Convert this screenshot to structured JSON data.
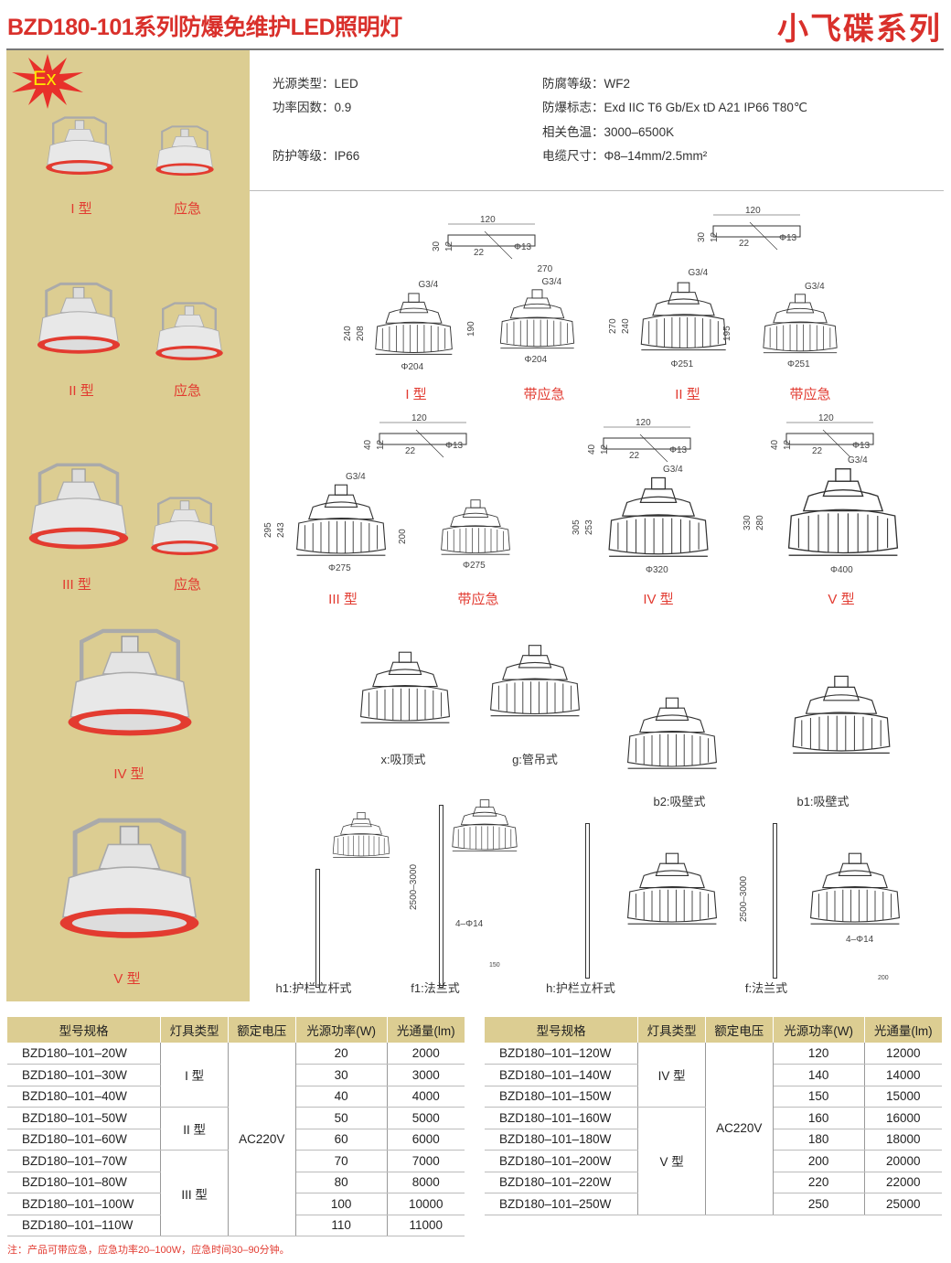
{
  "header": {
    "title": "BZD180-101系列防爆免维护LED照明灯",
    "series": "小飞碟系列"
  },
  "ex_badge": "Ex",
  "specs": [
    {
      "label": "光源类型：",
      "value": "LED"
    },
    {
      "label": "功率因数：",
      "value": "0.9"
    },
    {
      "label": "防护等级：",
      "value": "IP66"
    },
    {
      "label": "防腐等级：",
      "value": "WF2"
    },
    {
      "label": "防爆标志：",
      "value": "Exd IIC T6 Gb/Ex tD A21 IP66 T80℃"
    },
    {
      "label": "相关色温：",
      "value": "3000–6500K"
    },
    {
      "label": "电缆尺寸：",
      "value": "Φ8–14mm/2.5mm²"
    }
  ],
  "photos": [
    {
      "label": "I 型"
    },
    {
      "label": "应急"
    },
    {
      "label": "II 型"
    },
    {
      "label": "应急"
    },
    {
      "label": "III 型"
    },
    {
      "label": "应急"
    },
    {
      "label": "IV 型"
    },
    {
      "label": "V 型"
    }
  ],
  "drawings": [
    {
      "label": "I 型",
      "dia": "Φ204",
      "h1": "240",
      "h2": "208",
      "thread": "G3/4"
    },
    {
      "label": "带应急",
      "dia": "Φ204",
      "h1": "190",
      "top": "270",
      "thread": "G3/4"
    },
    {
      "label": "II 型",
      "dia": "Φ251",
      "h1": "270",
      "h2": "240",
      "thread": "G3/4"
    },
    {
      "label": "带应急",
      "dia": "Φ251",
      "h1": "195",
      "thread": "G3/4"
    },
    {
      "label": "III 型",
      "dia": "Φ275",
      "h1": "295",
      "h2": "243",
      "thread": "G3/4"
    },
    {
      "label": "带应急",
      "dia": "Φ275",
      "h1": "200"
    },
    {
      "label": "IV 型",
      "dia": "Φ320",
      "h1": "305",
      "h2": "253",
      "thread": "G3/4"
    },
    {
      "label": "V 型",
      "dia": "Φ400",
      "h1": "330",
      "h2": "280",
      "thread": "G3/4"
    }
  ],
  "brackets": [
    {
      "len": "120",
      "h": "30",
      "b": "12",
      "w": "22",
      "hole": "Φ13"
    },
    {
      "len": "120",
      "h": "30",
      "b": "12",
      "w": "22",
      "hole": "Φ13"
    },
    {
      "len": "120",
      "h": "40",
      "b": "12",
      "w": "22",
      "hole": "Φ13"
    },
    {
      "len": "120",
      "h": "40",
      "b": "12",
      "w": "22",
      "hole": "Φ13"
    },
    {
      "len": "120",
      "h": "40",
      "b": "12",
      "w": "22",
      "hole": "Φ13"
    }
  ],
  "mounts": [
    {
      "label": "x:吸顶式"
    },
    {
      "label": "g:管吊式"
    },
    {
      "label": "b2:吸壁式"
    },
    {
      "label": "b1:吸壁式"
    },
    {
      "label": "h1:护栏立杆式"
    },
    {
      "label": "f1:法兰式"
    },
    {
      "label": "h:护栏立杆式"
    },
    {
      "label": "f:法兰式"
    }
  ],
  "pole_dims": {
    "height": "2500–3000",
    "holes": "4–Φ14",
    "flange_a": "150",
    "flange_b": "200"
  },
  "table": {
    "headers": [
      "型号规格",
      "灯具类型",
      "额定电压",
      "光源功率(W)",
      "光通量(lm)"
    ],
    "left": {
      "voltage": "AC220V",
      "groups": [
        {
          "type": "I 型",
          "rows": 3
        },
        {
          "type": "II 型",
          "rows": 2
        },
        {
          "type": "III 型",
          "rows": 4
        }
      ],
      "rows": [
        [
          "BZD180–101–20W",
          "20",
          "2000"
        ],
        [
          "BZD180–101–30W",
          "30",
          "3000"
        ],
        [
          "BZD180–101–40W",
          "40",
          "4000"
        ],
        [
          "BZD180–101–50W",
          "50",
          "5000"
        ],
        [
          "BZD180–101–60W",
          "60",
          "6000"
        ],
        [
          "BZD180–101–70W",
          "70",
          "7000"
        ],
        [
          "BZD180–101–80W",
          "80",
          "8000"
        ],
        [
          "BZD180–101–100W",
          "100",
          "10000"
        ],
        [
          "BZD180–101–110W",
          "110",
          "11000"
        ]
      ]
    },
    "right": {
      "voltage": "AC220V",
      "groups": [
        {
          "type": "IV 型",
          "rows": 3
        },
        {
          "type": "V 型",
          "rows": 5
        }
      ],
      "rows": [
        [
          "BZD180–101–120W",
          "120",
          "12000"
        ],
        [
          "BZD180–101–140W",
          "140",
          "14000"
        ],
        [
          "BZD180–101–150W",
          "150",
          "15000"
        ],
        [
          "BZD180–101–160W",
          "160",
          "16000"
        ],
        [
          "BZD180–101–180W",
          "180",
          "18000"
        ],
        [
          "BZD180–101–200W",
          "200",
          "20000"
        ],
        [
          "BZD180–101–220W",
          "220",
          "22000"
        ],
        [
          "BZD180–101–250W",
          "250",
          "25000"
        ]
      ]
    }
  },
  "note": "注：产品可带应急，应急功率20–100W，应急时间30–90分钟。",
  "colors": {
    "accent": "#d9302b",
    "panel": "#dccd92"
  }
}
